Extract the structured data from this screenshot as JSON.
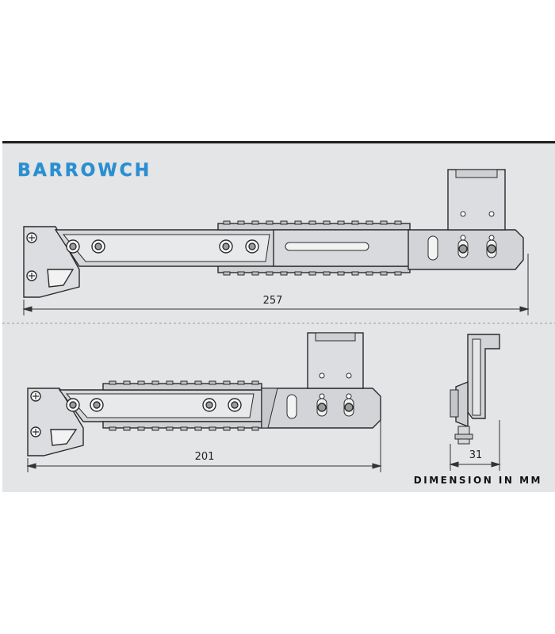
{
  "brand": {
    "logo_text": "BARROWCH",
    "color": "#2a8fd0"
  },
  "dimensions": {
    "long_bracket": "257",
    "short_bracket": "201",
    "side_depth": "31"
  },
  "caption": "DIMENSION IN MM",
  "colors": {
    "panel": "#e4e5e7",
    "line": "#2b2b2b",
    "part": "#d8d9db"
  }
}
